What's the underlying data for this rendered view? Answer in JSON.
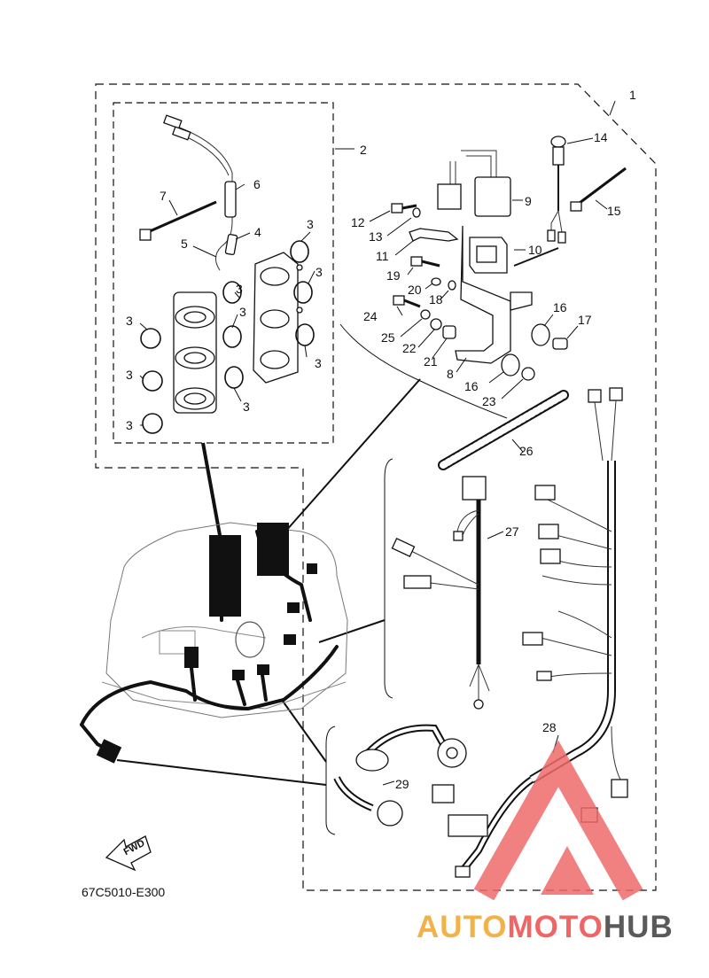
{
  "diagram": {
    "drawing_code": "67C5010-E300",
    "fwd_label": "FWD",
    "callouts": [
      "1",
      "2",
      "3",
      "4",
      "5",
      "6",
      "7",
      "8",
      "9",
      "10",
      "11",
      "12",
      "13",
      "14",
      "15",
      "16",
      "17",
      "18",
      "19",
      "20",
      "21",
      "22",
      "23",
      "24",
      "25",
      "26",
      "27",
      "28",
      "29"
    ]
  },
  "watermark": {
    "part1": "AUTO",
    "part2": "MOTO",
    "part3": "HUB",
    "color1": "#f2b24a",
    "color2": "#ee6666",
    "color3": "#5a5a5a"
  },
  "colors": {
    "line": "#111111",
    "watermark_triangle": "#ee6b6b"
  }
}
